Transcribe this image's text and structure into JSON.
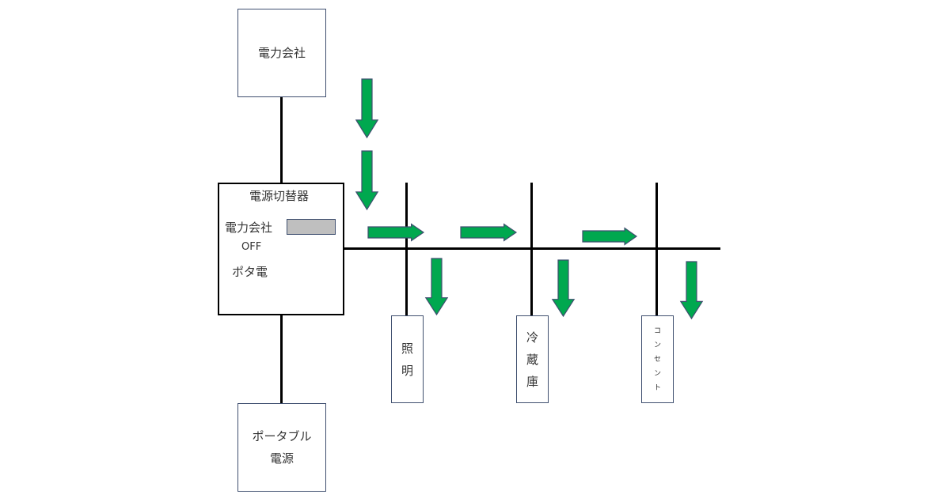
{
  "colors": {
    "arrow_fill": "#00a84f",
    "arrow_stroke": "#3f4f6f",
    "line": "#000000",
    "box_border": "#3f4f6f",
    "indicator_fill": "#bfbfbf"
  },
  "nodes": {
    "utility": {
      "label": "電力会社"
    },
    "portable": {
      "line1": "ポータブル",
      "line2": "電源"
    },
    "switch": {
      "title": "電源切替器",
      "options": [
        "電力会社",
        "OFF",
        "ポタ電"
      ],
      "selected": "電力会社"
    },
    "loads": [
      {
        "name": "lighting",
        "chars": [
          "照",
          "明"
        ]
      },
      {
        "name": "refrigerator",
        "chars": [
          "冷",
          "蔵",
          "庫"
        ]
      },
      {
        "name": "outlet",
        "chars": [
          "コ",
          "ン",
          "セ",
          "ン",
          "ト"
        ]
      }
    ]
  },
  "flow_arrows": {
    "supply_down": 2,
    "bus_right": 3,
    "load_down": 3
  }
}
